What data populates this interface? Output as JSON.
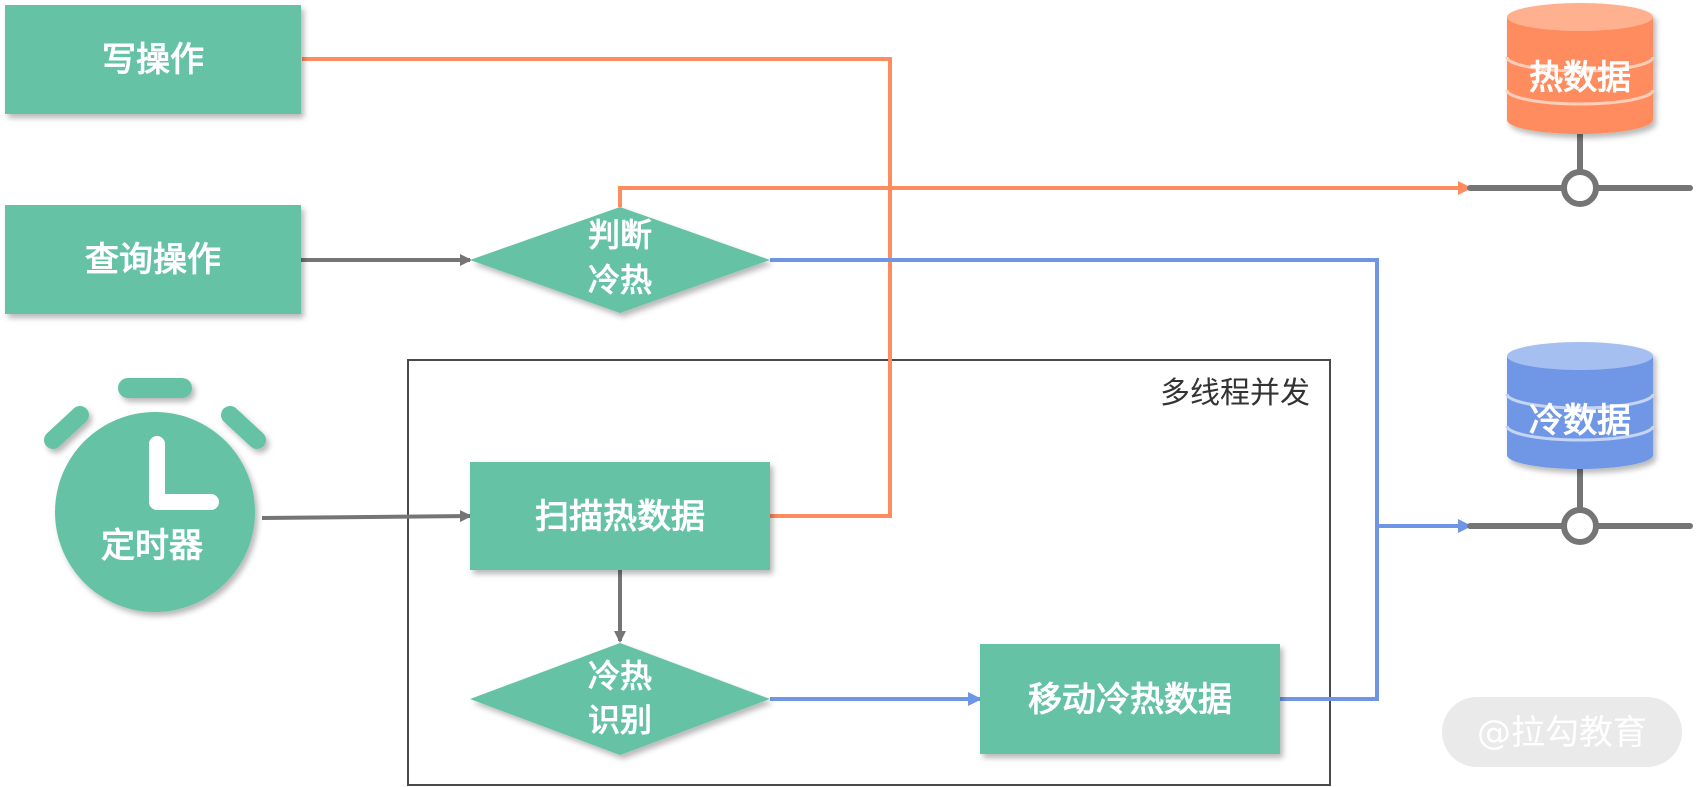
{
  "colors": {
    "node_fill": "#66c2a4",
    "hot": "#ff8c5f",
    "cold": "#6f96e6",
    "neutral": "#757575",
    "group_border": "#4a4a4a"
  },
  "nodes": {
    "write_op": "写操作",
    "query_op": "查询操作",
    "judge_line1": "判断",
    "judge_line2": "冷热",
    "timer": "定时器",
    "scan_hot": "扫描热数据",
    "identify_line1": "冷热",
    "identify_line2": "识别",
    "move_data": "移动冷热数据",
    "hot_store": "热数据",
    "cold_store": "冷数据"
  },
  "group": {
    "label": "多线程并发"
  },
  "watermark": {
    "text": "@拉勾教育"
  },
  "icons": {
    "timer": "stopwatch-icon",
    "hot_store": "database-icon",
    "cold_store": "database-icon"
  }
}
